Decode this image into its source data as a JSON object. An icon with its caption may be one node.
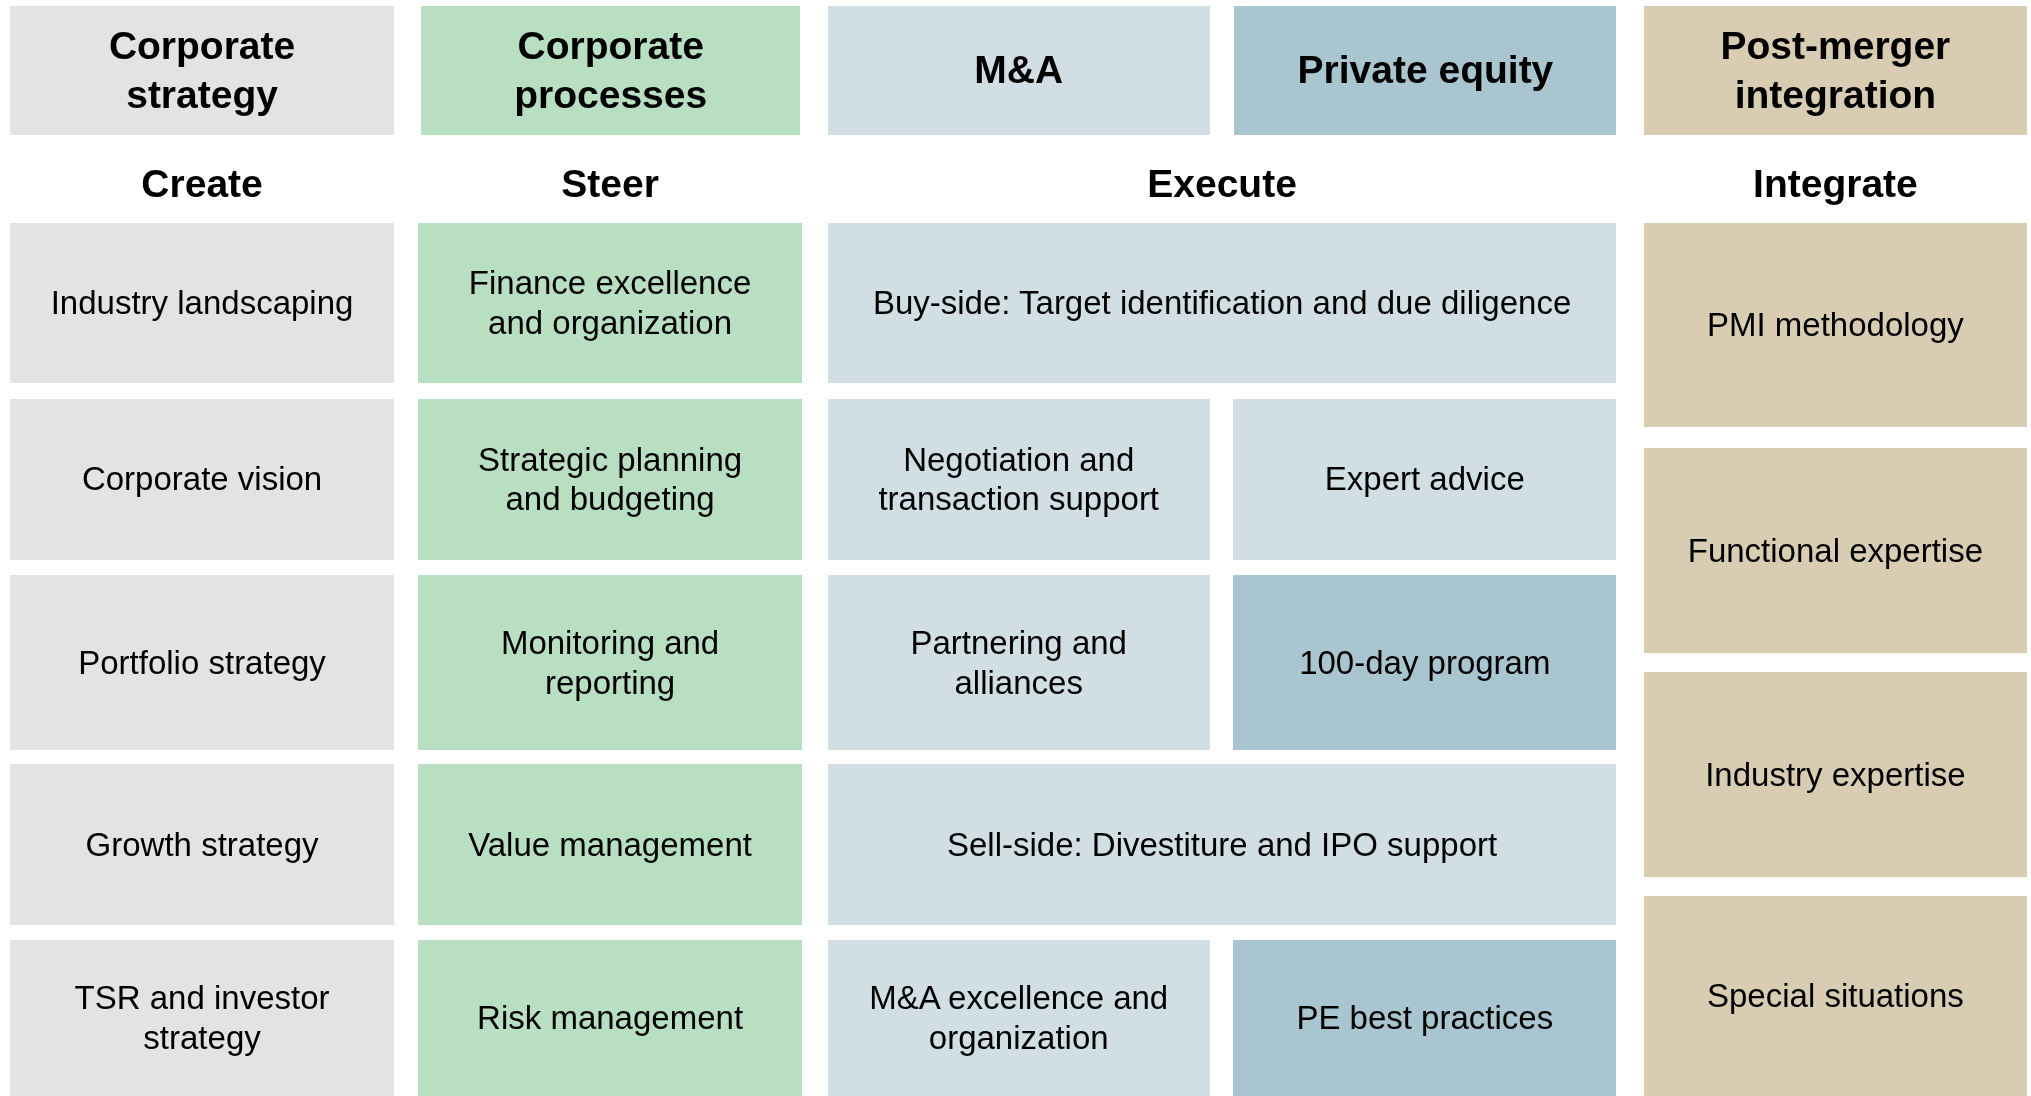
{
  "diagram": {
    "nodes": [
      {
        "text": [
          "Corporate strategy"
        ]
      },
      {
        "text": [
          "Corporate processes"
        ]
      },
      {
        "text": [
          "M&A"
        ]
      },
      {
        "text": [
          "Private equity"
        ]
      },
      {
        "text": [
          "Post-merger integration"
        ]
      },
      {
        "text": [
          "Industry landscaping"
        ]
      },
      {
        "text": [
          "Finance excellence and organization"
        ]
      },
      {
        "text": [
          "Buy-side: Target identification and due diligence"
        ]
      },
      {
        "text": [
          "PMI methodology"
        ]
      },
      {
        "text": [
          "Corporate vision"
        ]
      },
      {
        "text": [
          "Strategic planning and budgeting"
        ]
      },
      {
        "text": [
          "Negotiation and transaction support"
        ]
      },
      {
        "text": [
          "Expert advice"
        ]
      },
      {
        "text": [
          "Functional expertise"
        ]
      },
      {
        "text": [
          "Portfolio strategy"
        ]
      },
      {
        "text": [
          "Monitoring and reporting"
        ]
      },
      {
        "text": [
          "Partnering and alliances"
        ]
      },
      {
        "text": [
          "100-day program"
        ]
      },
      {
        "text": [
          "Industry expertise"
        ]
      },
      {
        "text": [
          "Growth strategy"
        ]
      },
      {
        "text": [
          "Value management"
        ]
      },
      {
        "text": [
          "Sell-side: Divestiture and IPO support"
        ]
      },
      {
        "text": [
          "Special situations"
        ]
      },
      {
        "text": [
          "TSR and investor strategy"
        ]
      },
      {
        "text": [
          "Risk management"
        ]
      },
      {
        "text": [
          "M&A excellence and organization"
        ]
      },
      {
        "text": [
          "PE best practices"
        ]
      }
    ],
    "labels": [
      "Create",
      "Steer",
      "Execute",
      "Integrate"
    ]
  }
}
